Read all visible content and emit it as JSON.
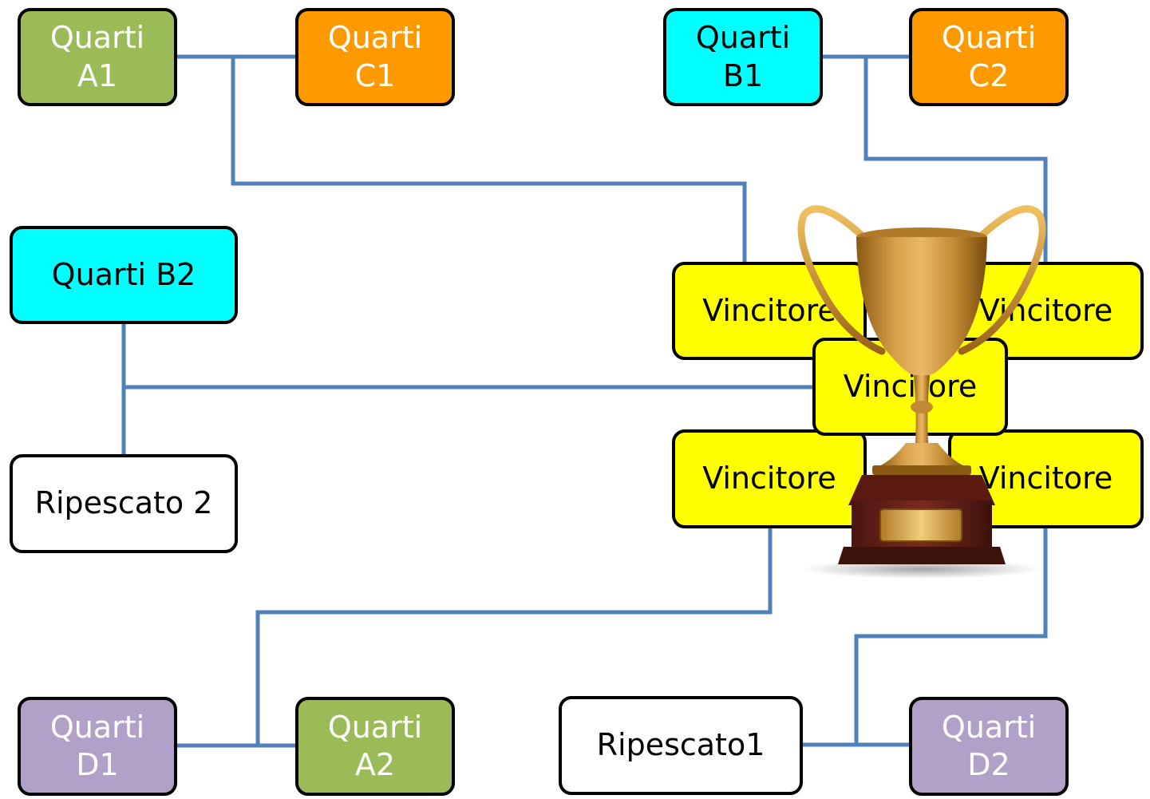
{
  "colors": {
    "green": "#9bbb59",
    "orange": "#ff9900",
    "cyan": "#00ffff",
    "purple": "#b1a0c7",
    "white": "#ffffff",
    "yellow": "#ffff00",
    "connector": "#4f81bd",
    "border": "#000000"
  },
  "teams": {
    "a1": "Quarti\nA1",
    "c1": "Quarti\nC1",
    "b1": "Quarti\nB1",
    "c2": "Quarti\nC2",
    "b2": "Quarti B2",
    "ripescato_2": "Ripescato 2",
    "d1": "Quarti\nD1",
    "a2": "Quarti\nA2",
    "ripescato_1": "Ripescato1",
    "d2": "Quarti\nD2"
  },
  "winners": {
    "semi_top_left": "Vincitore",
    "semi_top_right": "Vincitore",
    "final": "Vincitore",
    "semi_bottom_left": "Vincitore",
    "semi_bottom_right": "Vincitore"
  },
  "trophy": {
    "icon": "trophy-icon"
  }
}
